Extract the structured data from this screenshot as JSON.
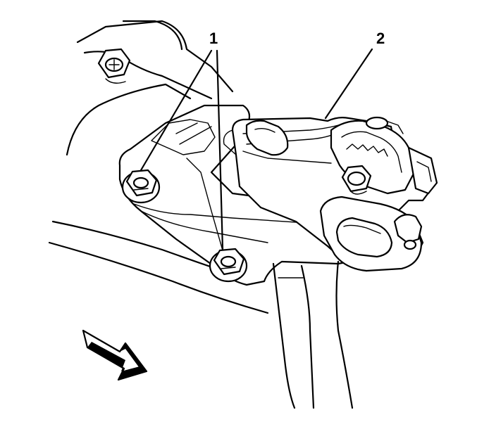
{
  "callouts": [
    {
      "id": "1",
      "label": "1"
    },
    {
      "id": "2",
      "label": "2"
    }
  ],
  "colors": {
    "line": "#000000",
    "background": "#ffffff"
  },
  "icons": {
    "direction": "forward-arrow-icon"
  }
}
